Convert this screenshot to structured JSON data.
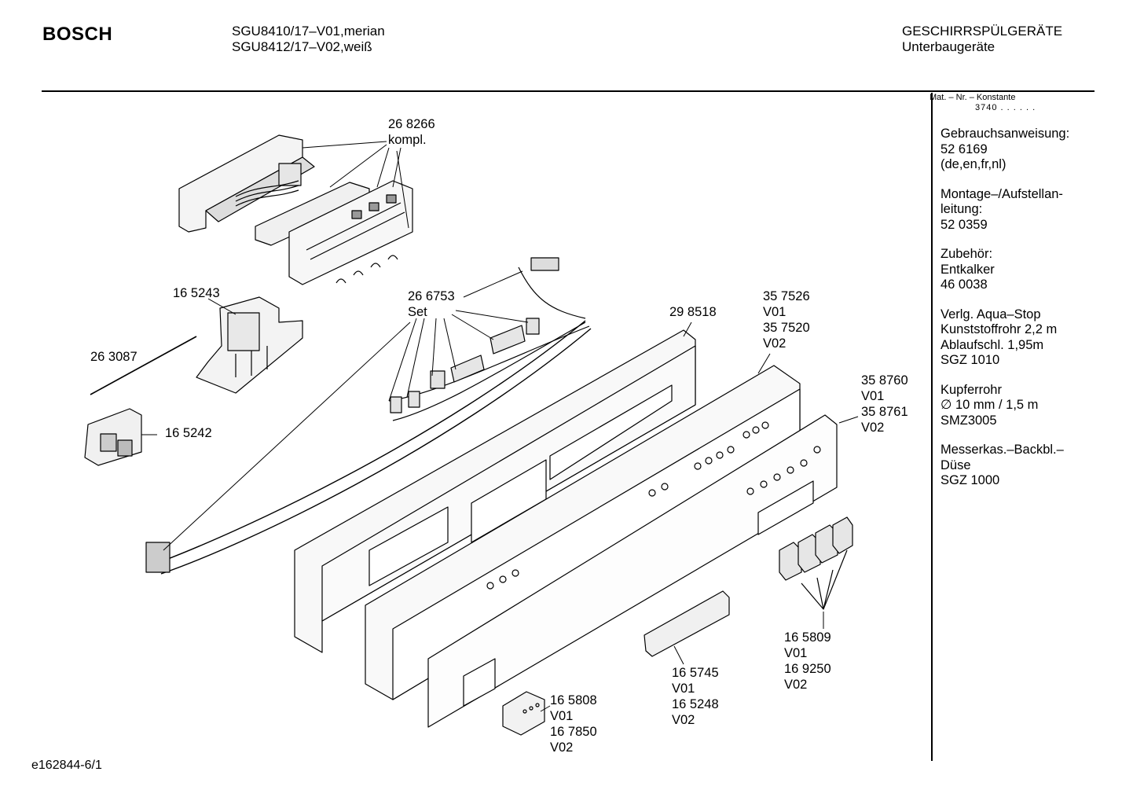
{
  "header": {
    "brand": "BOSCH",
    "models": [
      "SGU8410/17–V01,merian",
      "SGU8412/17–V02,weiß"
    ],
    "category": [
      "GESCHIRRSPÜLGERÄTE",
      "Unterbaugeräte"
    ]
  },
  "sidebar": {
    "konstante_label": "Mat. – Nr. – Konstante",
    "konstante_value": "3740 . . . . . .",
    "blocks": [
      {
        "lines": [
          "Gebrauchsanweisung:",
          "52 6169",
          "(de,en,fr,nl)"
        ]
      },
      {
        "lines": [
          "Montage–/Aufstellan-",
          "leitung:",
          "52 0359"
        ]
      },
      {
        "lines": [
          "Zubehör:",
          "Entkalker",
          "46 0038"
        ]
      },
      {
        "lines": [
          "Verlg. Aqua–Stop",
          "Kunststoffrohr 2,2 m",
          "Ablaufschl. 1,95m",
          "SGZ 1010"
        ]
      },
      {
        "lines": [
          "Kupferrohr",
          "∅ 10 mm / 1,5 m",
          "SMZ3005"
        ]
      },
      {
        "lines": [
          "Messerkas.–Backbl.–",
          "Düse",
          "SGZ 1000"
        ]
      }
    ]
  },
  "parts": {
    "p268266": [
      "26 8266",
      "kompl."
    ],
    "p165243": [
      "16 5243"
    ],
    "p263087": [
      "26 3087"
    ],
    "p165242": [
      "16 5242"
    ],
    "p266753": [
      "26 6753",
      "Set"
    ],
    "p298518": [
      "29 8518"
    ],
    "p357526": [
      "35 7526",
      "V01",
      "35 7520",
      "V02"
    ],
    "p358760": [
      "35 8760",
      "V01",
      "35 8761",
      "V02"
    ],
    "p165809": [
      "16 5809",
      "V01",
      "16 9250",
      "V02"
    ],
    "p165745": [
      "16 5745",
      "V01",
      "16 5248",
      "V02"
    ],
    "p165808": [
      "16 5808",
      "V01",
      "16 7850",
      "V02"
    ]
  },
  "footer": {
    "doc_code": "e162844-6/1"
  }
}
